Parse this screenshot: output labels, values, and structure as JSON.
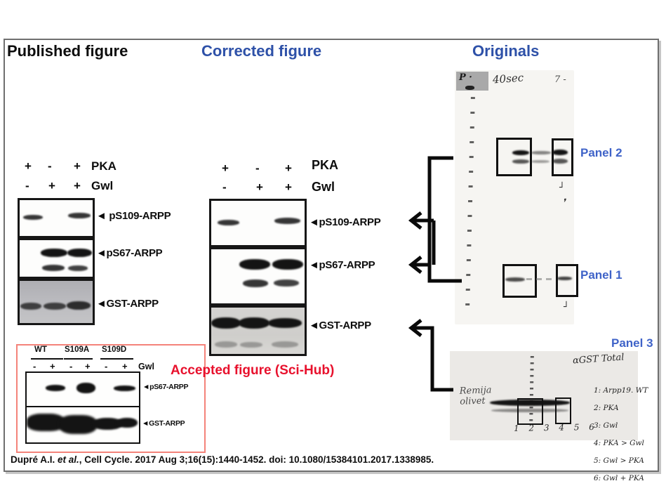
{
  "colors": {
    "header_blue": "#2e51a8",
    "panel_label_blue": "#3f63c8",
    "accent_red": "#e8112d",
    "red_box_border": "#f4837a"
  },
  "headers": {
    "published": "Published figure",
    "corrected": "Corrected figure",
    "originals": "Originals"
  },
  "published": {
    "row1": {
      "s1": "+",
      "s2": "-",
      "s3": "+",
      "label": "PKA"
    },
    "row2": {
      "s1": "-",
      "s2": "+",
      "s3": "+",
      "label": "Gwl"
    },
    "labels": {
      "ps109": "◄ pS109-ARPP",
      "ps67": "◄pS67-ARPP",
      "gst": "◄GST-ARPP"
    }
  },
  "corrected": {
    "row1": {
      "s1": "+",
      "s2": "-",
      "s3": "+",
      "label": "PKA"
    },
    "row2": {
      "s1": "-",
      "s2": "+",
      "s3": "+",
      "label": "Gwl"
    },
    "labels": {
      "ps109": "◄pS109-ARPP",
      "ps67": "◄pS67-ARPP",
      "gst": "◄GST-ARPP"
    }
  },
  "originals": {
    "film1": {
      "corner_mark": "P ·",
      "exposure_note": "40sec",
      "top_right_mark": "7 -",
      "edge_mark1": "┘",
      "edge_mark2": "❜",
      "edge_mark3": "┘",
      "panel2_label": "Panel 2",
      "panel1_label": "Panel 1"
    },
    "film2": {
      "panel3_label": "Panel 3",
      "handwritten_name": "Remija\nolivet",
      "blot_title": "αGST Total",
      "lane_numbers": "1 2 3 4 5 6",
      "legend": [
        "1: Arpp19. WT",
        "2: PKA",
        "3: Gwl",
        "4: PKA > Gwl",
        "5: Gwl > PKA",
        "6: Gwl + PKA"
      ]
    }
  },
  "accepted": {
    "title": "Accepted figure (Sci-Hub)",
    "groups": [
      "WT",
      "S109A",
      "S109D"
    ],
    "signs": [
      "-",
      "+",
      "-",
      "+",
      "-",
      "+"
    ],
    "gwl_label": "Gwl",
    "labels": {
      "ps67": "◄pS67-ARPP",
      "gst": "◄GST-ARPP"
    }
  },
  "citation": {
    "prefix": "Dupré A.I. ",
    "italic": "et al.",
    "rest": ", Cell Cycle. 2017 Aug 3;16(15):1440-1452. doi: 10.1080/15384101.2017.1338985."
  }
}
